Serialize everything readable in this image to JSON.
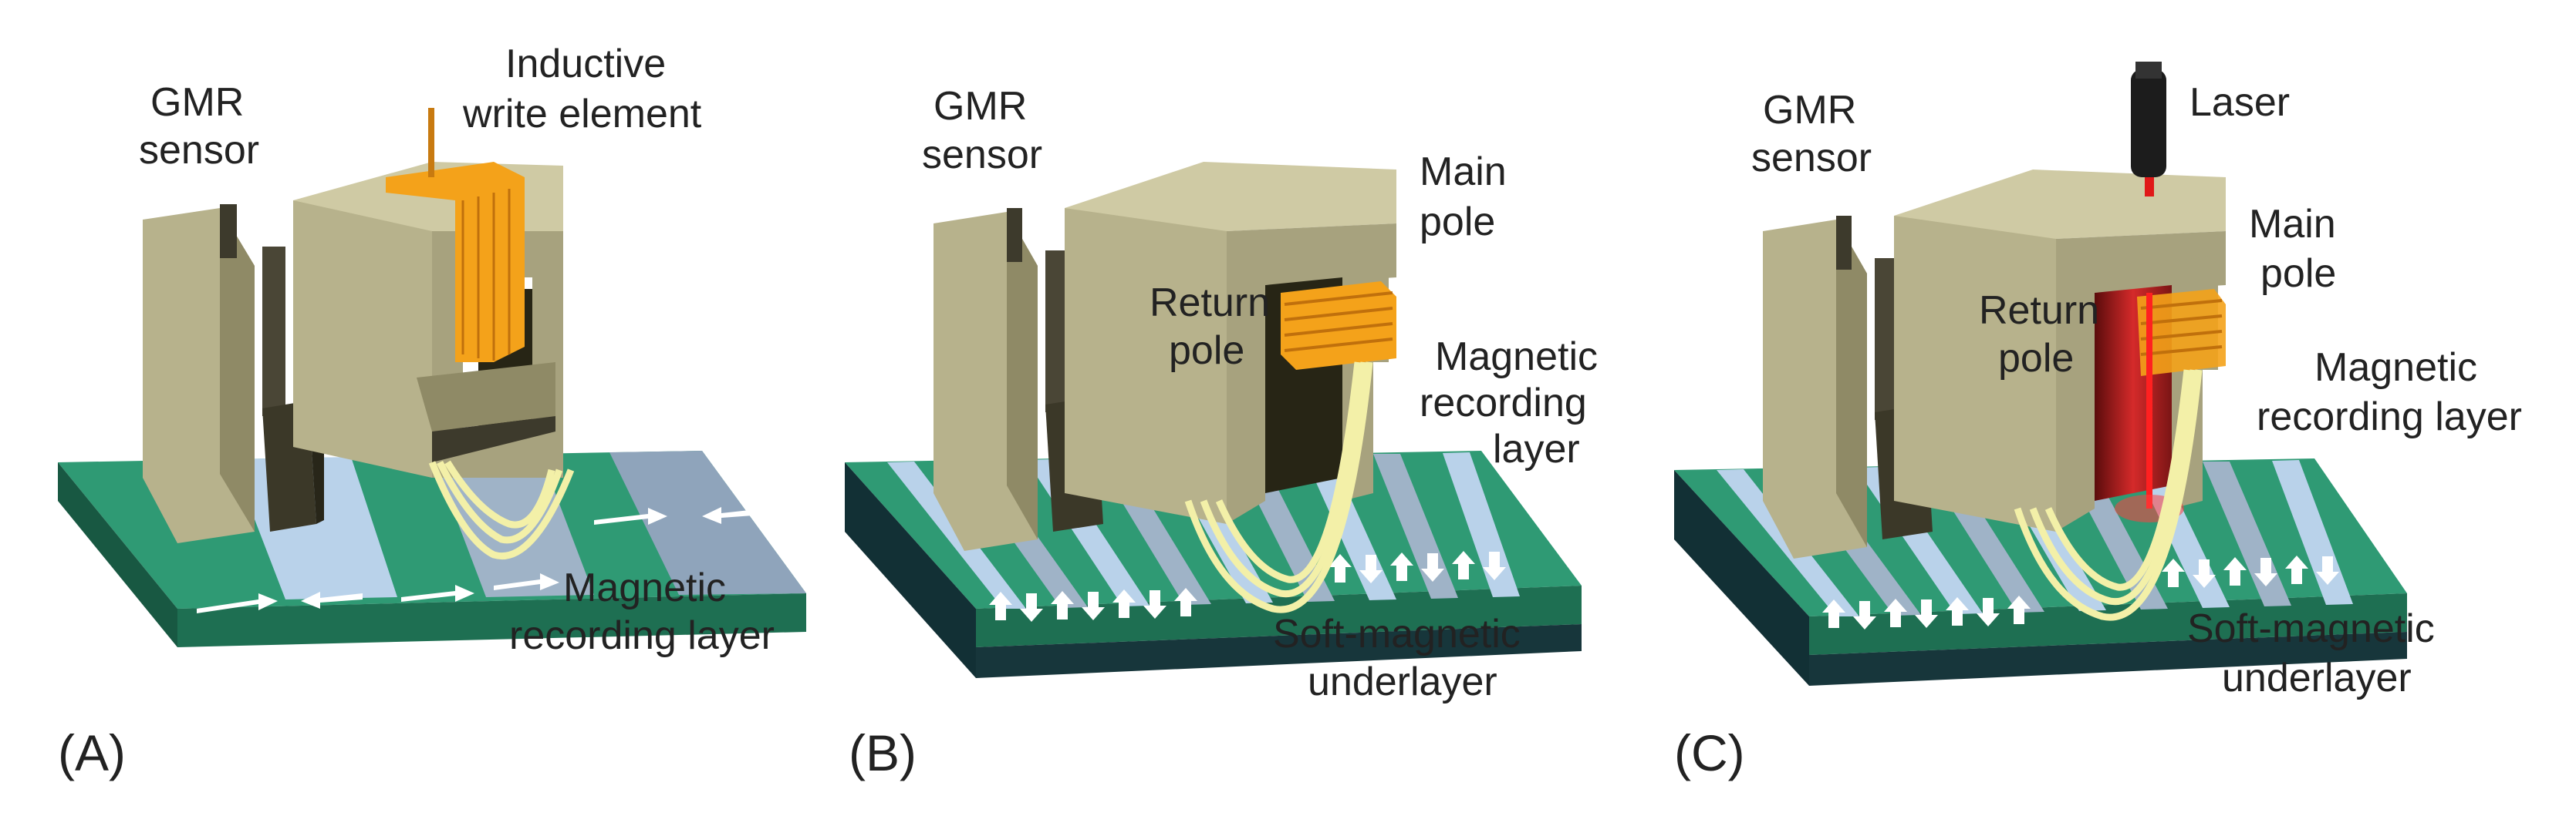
{
  "panels": [
    {
      "id": "A",
      "panel_label": "(A)",
      "labels": {
        "sensor": [
          "GMR",
          "sensor"
        ],
        "writer": [
          "Inductive",
          "write element"
        ],
        "layer": [
          "Magnetic",
          "recording layer"
        ]
      }
    },
    {
      "id": "B",
      "panel_label": "(B)",
      "labels": {
        "sensor": [
          "GMR",
          "sensor"
        ],
        "main_pole": [
          "Main",
          "pole"
        ],
        "return_pole": [
          "Return",
          "pole"
        ],
        "layer": [
          "Magnetic",
          "recording",
          "layer"
        ],
        "underlayer": [
          "Soft-magnetic",
          "underlayer"
        ]
      }
    },
    {
      "id": "C",
      "panel_label": "(C)",
      "labels": {
        "laser": "Laser",
        "sensor": [
          "GMR",
          "sensor"
        ],
        "main_pole": [
          "Main",
          "pole"
        ],
        "return_pole": [
          "Return",
          "pole"
        ],
        "layer": [
          "Magnetic",
          "recording layer"
        ],
        "underlayer": [
          "Soft-magnetic",
          "underlayer"
        ]
      }
    }
  ],
  "colors": {
    "pole_front": "#b7b28c",
    "pole_top": "#cfcaa4",
    "pole_side": "#8f8a66",
    "green_stripe": "#2f9a74",
    "blue_stripe": "#9fb3c7",
    "dark_base": "#17363b",
    "coil": "#f4a21a",
    "field_lines": "#f3f0a8",
    "laser_beam": "#e01818"
  }
}
